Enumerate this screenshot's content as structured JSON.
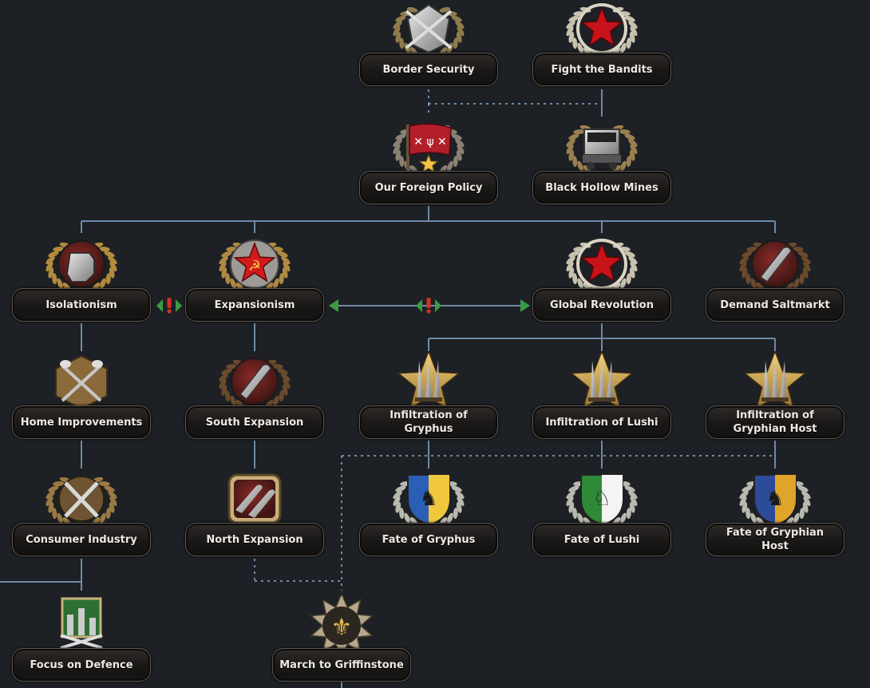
{
  "focus_tree": {
    "nodes": [
      {
        "id": "border_security",
        "label": "Border Security",
        "icon": "crossed-swords-shield-icon"
      },
      {
        "id": "fight_the_bandits",
        "label": "Fight the Bandits",
        "icon": "red-star-wreath-icon"
      },
      {
        "id": "our_foreign_policy",
        "label": "Our Foreign Policy",
        "icon": "red-flag-star-icon"
      },
      {
        "id": "black_hollow_mines",
        "label": "Black Hollow Mines",
        "icon": "mine-cart-icon"
      },
      {
        "id": "isolationism",
        "label": "Isolationism",
        "icon": "fist-wreath-icon"
      },
      {
        "id": "expansionism",
        "label": "Expansionism",
        "icon": "red-star-hammer-sickle-icon"
      },
      {
        "id": "global_revolution",
        "label": "Global Revolution",
        "icon": "red-star-wreath-icon"
      },
      {
        "id": "demand_saltmarkt",
        "label": "Demand Saltmarkt",
        "icon": "artillery-shell-icon"
      },
      {
        "id": "home_improvements",
        "label": "Home Improvements",
        "icon": "crossed-shovels-icon"
      },
      {
        "id": "south_expansion",
        "label": "South Expansion",
        "icon": "artillery-shell-icon"
      },
      {
        "id": "infiltration_of_gryphus",
        "label": "Infiltration of Gryphus",
        "icon": "daggers-star-icon"
      },
      {
        "id": "infiltration_of_lushi",
        "label": "Infiltration of Lushi",
        "icon": "daggers-star-icon"
      },
      {
        "id": "infiltration_of_gryphian_host",
        "label": "Infiltration of Gryphian Host",
        "icon": "daggers-star-icon"
      },
      {
        "id": "consumer_industry",
        "label": "Consumer Industry",
        "icon": "crossed-wrenches-icon"
      },
      {
        "id": "north_expansion",
        "label": "North Expansion",
        "icon": "artillery-shells-icon"
      },
      {
        "id": "fate_of_gryphus",
        "label": "Fate of Gryphus",
        "icon": "gryphus-shield-icon"
      },
      {
        "id": "fate_of_lushi",
        "label": "Fate of Lushi",
        "icon": "lushi-shield-icon"
      },
      {
        "id": "fate_of_gryphian_host",
        "label": "Fate of Gryphian Host",
        "icon": "gryphian-host-shield-icon"
      },
      {
        "id": "focus_on_defence",
        "label": "Focus on Defence",
        "icon": "factory-defence-icon"
      },
      {
        "id": "march_to_griffinstone",
        "label": "March to Griffinstone",
        "icon": "gold-lily-star-icon"
      }
    ],
    "colors": {
      "background": "#1d2024",
      "connector": "#6f8aa6",
      "exclusive_arrow": "#3c9a45",
      "exclusive_mark": "#d63025",
      "label_text": "#eeeae3"
    }
  }
}
